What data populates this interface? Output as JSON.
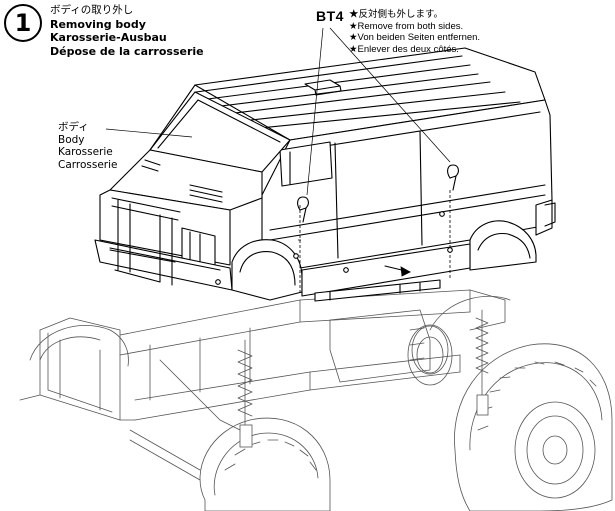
{
  "step": {
    "number": "1",
    "title_ja": "ボディの取り外し",
    "title_en": "Removing body",
    "title_de": "Karosserie-Ausbau",
    "title_fr": "Dépose de la carrosserie"
  },
  "body_label": {
    "ja": "ボディ",
    "en": "Body",
    "de": "Karosserie",
    "fr": "Carrosserie"
  },
  "part_label": "BT4",
  "note": {
    "ja": "★反対側も外します。",
    "en": "★Remove from both sides.",
    "de": "★Von beiden Seiten entfernen.",
    "fr": "★Enlever des deux côtés."
  }
}
